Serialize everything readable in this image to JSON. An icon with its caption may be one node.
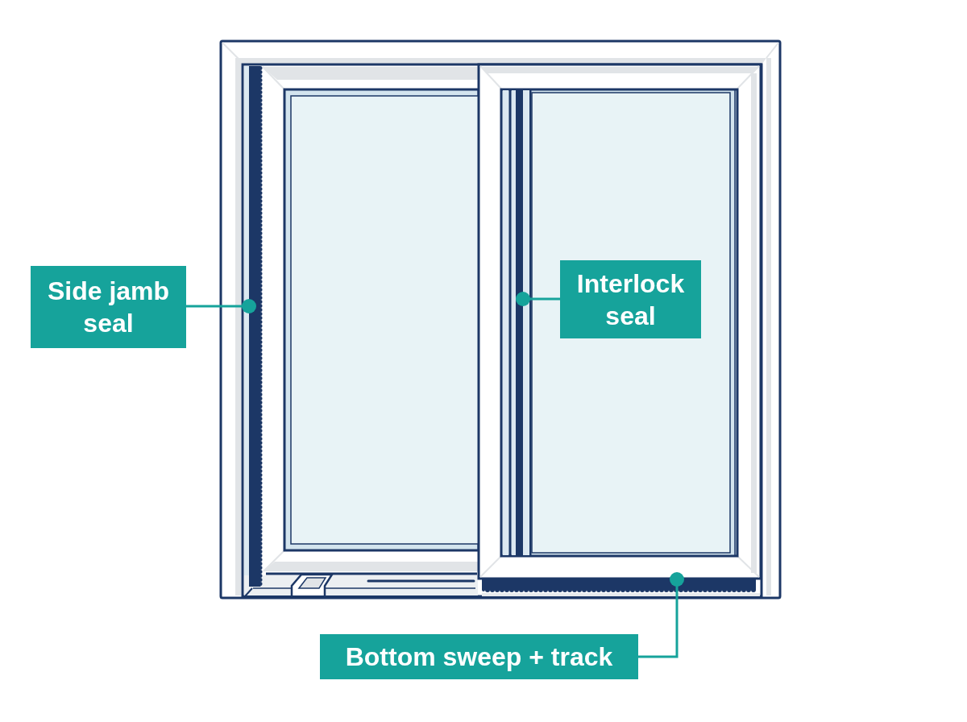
{
  "diagram": {
    "nodes": [
      {
        "text": [
          "Side jamb seal"
        ]
      },
      {
        "text": [],
        "shape": "bar"
      },
      {
        "text": [
          "Interlock seal"
        ]
      },
      {
        "text": [],
        "shape": "bar"
      },
      {
        "text": [
          "Bottom sweep + track"
        ]
      },
      {
        "text": [],
        "shape": "bar"
      }
    ],
    "edges": [
      {
        "from": 0,
        "to": 1,
        "arrow": "other"
      },
      {
        "from": 2,
        "to": 3,
        "arrow": "other"
      },
      {
        "from": 4,
        "to": 5,
        "arrow": "other"
      }
    ]
  }
}
